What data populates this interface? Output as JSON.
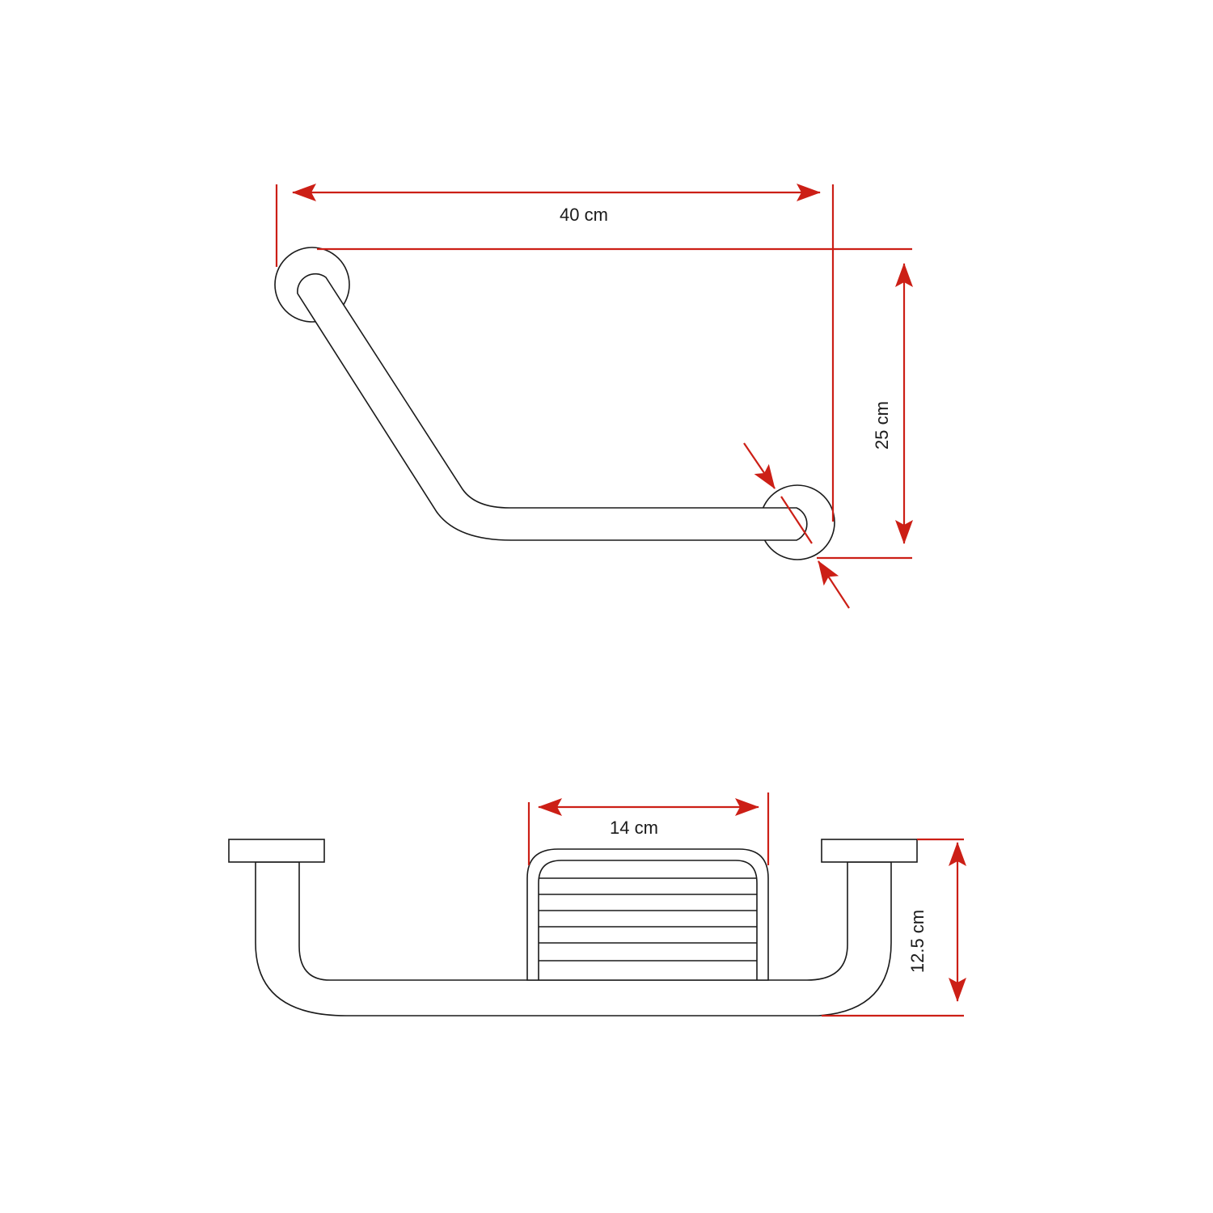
{
  "drawing": {
    "top_view": {
      "width_label": "40 cm",
      "height_label": "25 cm"
    },
    "front_view": {
      "basket_width_label": "14 cm",
      "depth_label": "12.5 cm"
    }
  },
  "colors": {
    "dimension": "#cc1f16",
    "outline": "#1a1a1a",
    "background": "#ffffff"
  }
}
